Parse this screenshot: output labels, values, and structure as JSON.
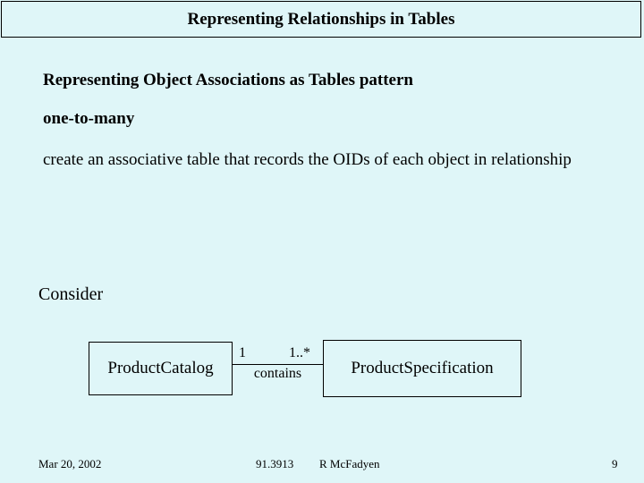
{
  "slide": {
    "title": "Representing Relationships in Tables",
    "body": {
      "heading": "Representing Object Associations as Tables pattern",
      "subheading": "one-to-many",
      "paragraph": "create an associative table that records the OIDs of each object in relationship",
      "consider_label": "Consider"
    },
    "diagram": {
      "left_class": "ProductCatalog",
      "right_class": "ProductSpecification",
      "association": {
        "left_multiplicity": "1",
        "right_multiplicity": "1..*",
        "label": "contains"
      }
    },
    "footer": {
      "date": "Mar 20, 2002",
      "course": "91.3913",
      "author": "R McFadyen",
      "page_number": "9"
    },
    "colors": {
      "background": "#dff6f8",
      "border": "#000000",
      "text": "#000000"
    }
  }
}
